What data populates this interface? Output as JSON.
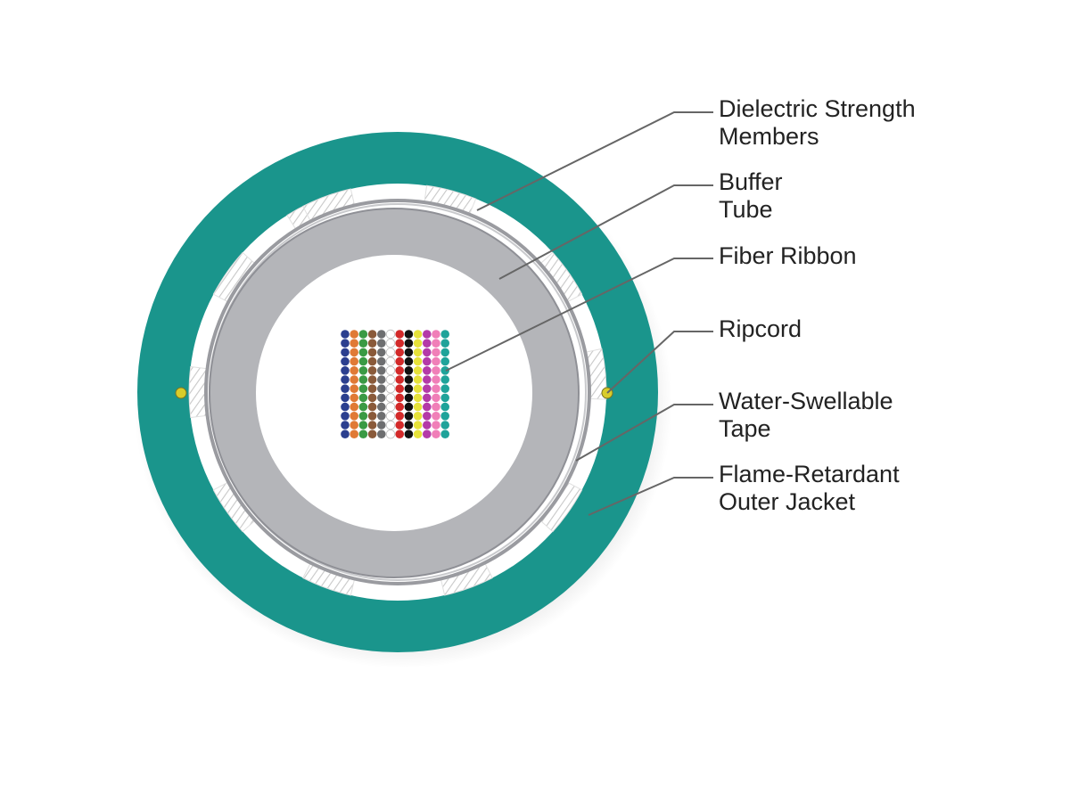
{
  "colors": {
    "jacket": "#1a958c",
    "jacket_shadow": "#117a72",
    "buffer_tube": "#b4b5b9",
    "buffer_edge": "#8f9096",
    "tape": "#9a9ba0",
    "strength_hatch": "#c8c8c8",
    "ripcord": "#d8cc2a",
    "leader": "#666666",
    "label": "#222222"
  },
  "fiber_colors": [
    "#2b3f8f",
    "#e07a36",
    "#3a9a44",
    "#8a5a3a",
    "#6d6e70",
    "#ffffff",
    "#d32a2a",
    "#111111",
    "#e6e23a",
    "#b43aa8",
    "#f07fb8",
    "#1fa39a"
  ],
  "labels": [
    {
      "id": "strength",
      "lines": [
        "Dielectric Strength",
        "Members"
      ]
    },
    {
      "id": "buffer",
      "lines": [
        "Buffer",
        "Tube"
      ]
    },
    {
      "id": "ribbon",
      "lines": [
        "Fiber Ribbon"
      ]
    },
    {
      "id": "ripcord",
      "lines": [
        "Ripcord"
      ]
    },
    {
      "id": "tape",
      "lines": [
        "Water-Swellable",
        "Tape"
      ]
    },
    {
      "id": "jacket",
      "lines": [
        "Flame-Retardant",
        "Outer Jacket"
      ]
    }
  ]
}
